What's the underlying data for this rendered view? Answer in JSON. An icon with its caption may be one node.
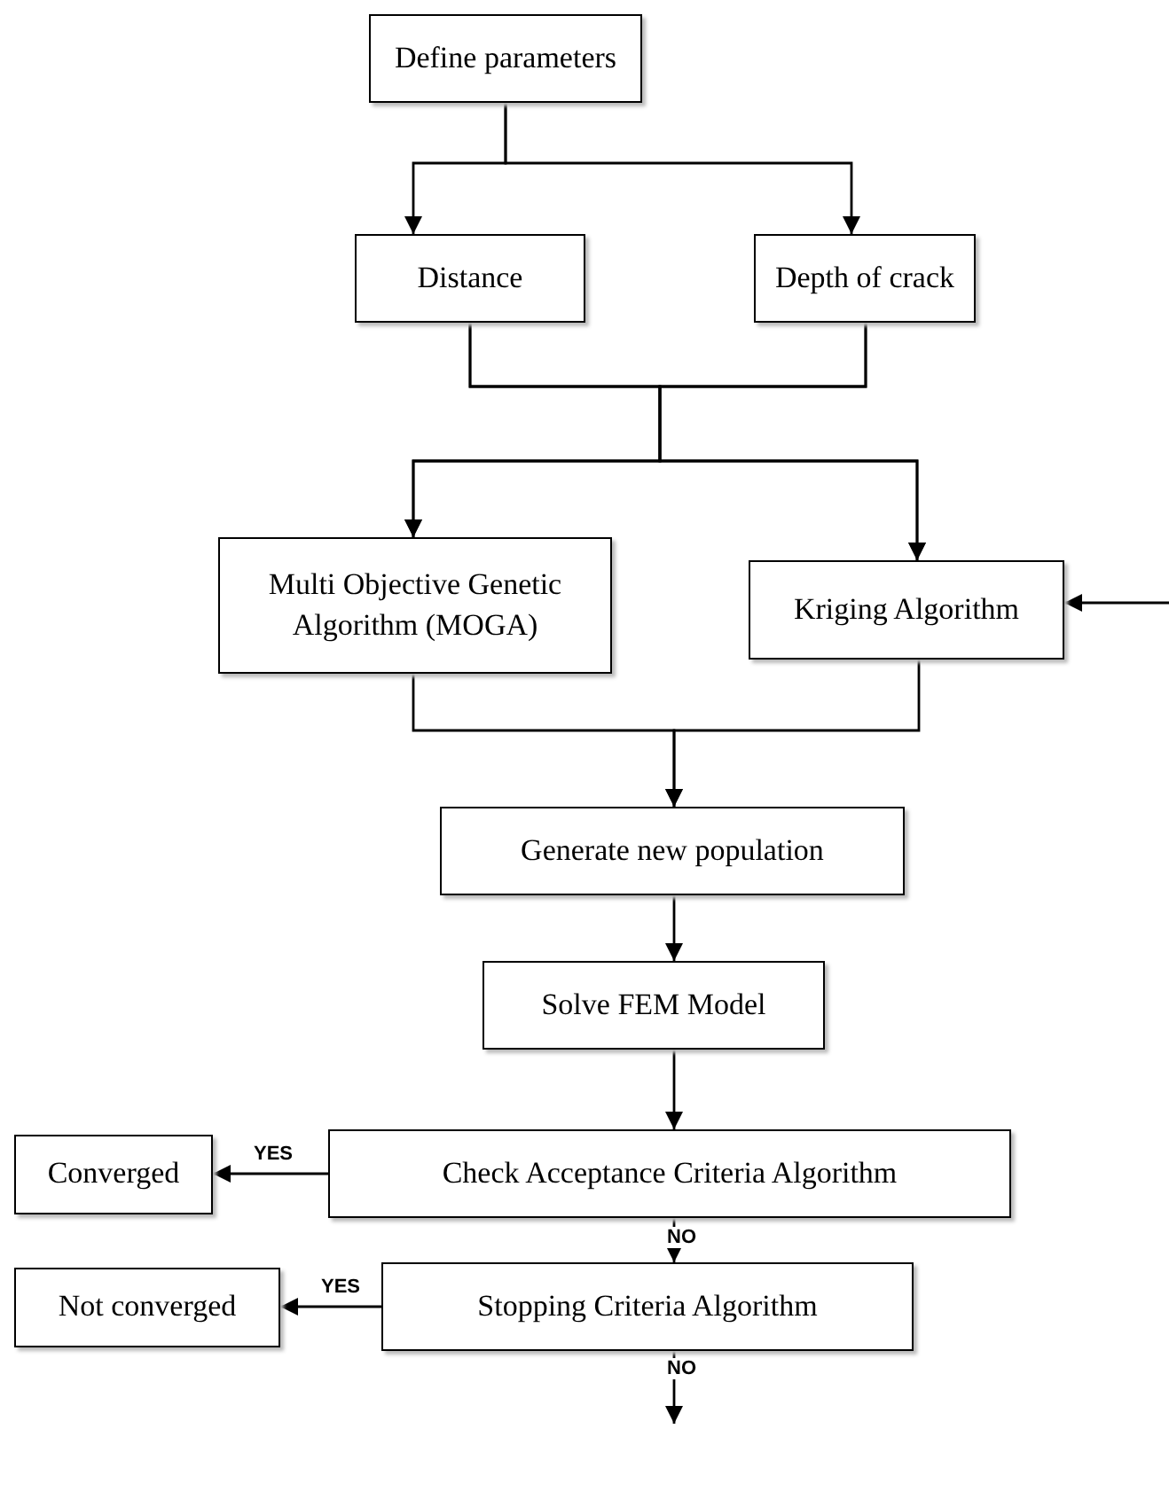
{
  "diagram": {
    "nodes": [
      {
        "text": [
          "Define parameters"
        ]
      },
      {
        "text": [
          "Distance"
        ]
      },
      {
        "text": [
          "Depth of crack"
        ]
      },
      {
        "text": [
          "Multi Objective Genetic Algorithm (MOGA)"
        ]
      },
      {
        "text": [
          "Kriging Algorithm"
        ]
      },
      {
        "text": [
          "Generate new population"
        ]
      },
      {
        "text": [
          "Solve FEM Model"
        ]
      },
      {
        "text": [
          "Check Acceptance Criteria Algorithm"
        ]
      },
      {
        "text": [
          "Converged"
        ]
      },
      {
        "text": [
          "Stopping Criteria Algorithm"
        ]
      },
      {
        "text": [
          "Not converged"
        ]
      }
    ],
    "edges": [
      {
        "from": 0,
        "to": 1,
        "arrow": "to"
      },
      {
        "from": 0,
        "to": 2,
        "arrow": "to"
      },
      {
        "from": 1,
        "to": 3,
        "arrow": "to"
      },
      {
        "from": 1,
        "to": 4,
        "arrow": "to"
      },
      {
        "from": 2,
        "to": 3,
        "arrow": "to"
      },
      {
        "from": 2,
        "to": 4,
        "arrow": "to"
      },
      {
        "from": 3,
        "to": 5,
        "arrow": "to"
      },
      {
        "from": 4,
        "to": 5,
        "arrow": "to"
      },
      {
        "from": null,
        "to": 4,
        "arrow": "to"
      },
      {
        "from": 5,
        "to": 6,
        "arrow": "to"
      },
      {
        "from": 6,
        "to": 7,
        "arrow": "to"
      },
      {
        "from": 7,
        "to": 8,
        "arrow": "to",
        "label": "YES"
      },
      {
        "from": 7,
        "to": 9,
        "arrow": "to",
        "label": "NO"
      },
      {
        "from": 9,
        "to": 10,
        "arrow": "to",
        "label": "YES"
      },
      {
        "from": 9,
        "to": null,
        "arrow": "to",
        "label": "NO"
      }
    ]
  }
}
